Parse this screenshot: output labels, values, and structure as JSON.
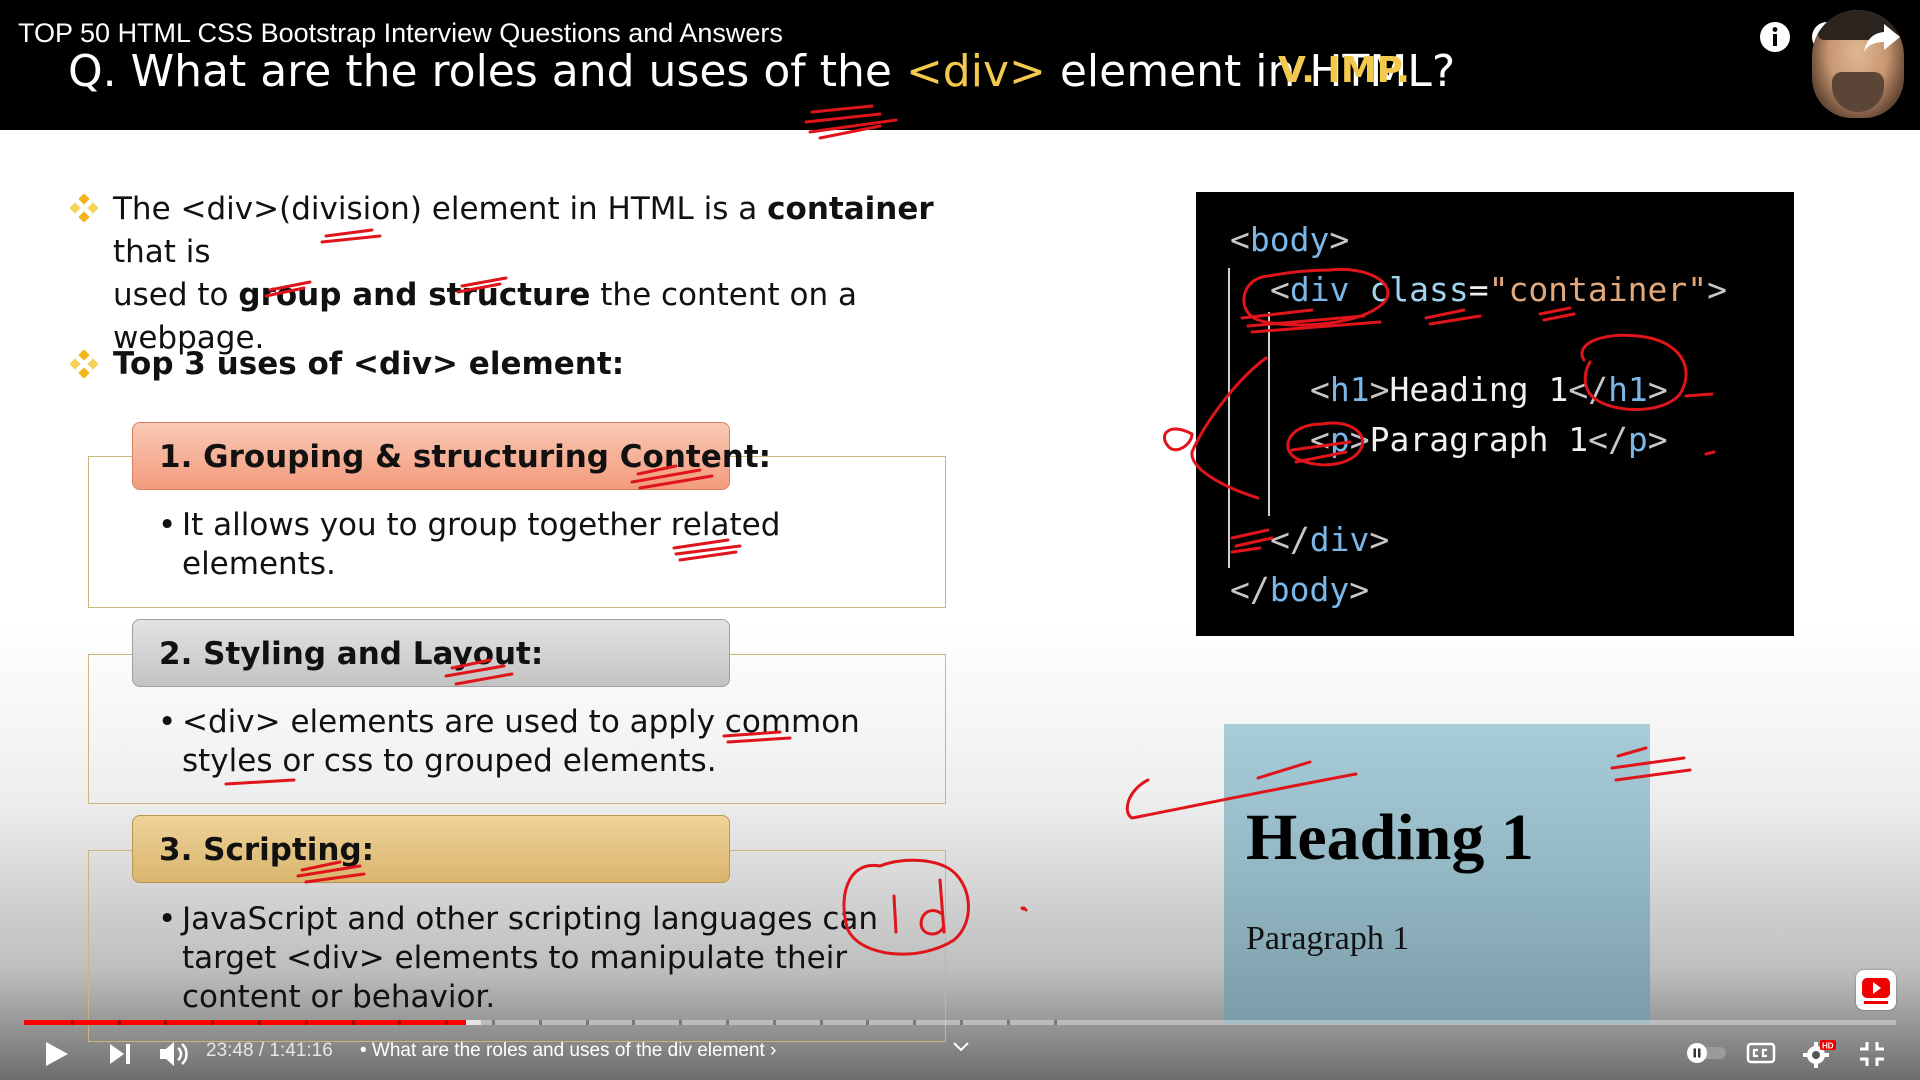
{
  "header": {
    "video_title": "TOP 50 HTML CSS Bootstrap Interview Questions and Answers",
    "question_prefix": "Q. What are the roles and uses of the ",
    "question_tag": "<div>",
    "question_suffix": " element in HTML?",
    "importance": "V. IMP."
  },
  "intro": {
    "line1_a": "The <div>(division) element in HTML is a ",
    "line1_bold": "container",
    "line1_b": " that is",
    "line2_a": "used to ",
    "line2_bold": "group and structure",
    "line2_b": " the content on a webpage."
  },
  "uses_heading": "Top 3 uses of <div> element:",
  "cards": [
    {
      "title": "1. Grouping & structuring Content:",
      "bullet": "•",
      "lines": [
        "It allows you to group together related",
        "elements."
      ]
    },
    {
      "title": "2. Styling and Layout:",
      "bullet": "•",
      "lines": [
        "<div> elements are used to apply common",
        "styles or css to grouped elements."
      ]
    },
    {
      "title": "3. Scripting:",
      "bullet": "•",
      "lines": [
        "JavaScript and other scripting languages can",
        "target <div> elements to manipulate their",
        "content or behavior."
      ]
    }
  ],
  "code": {
    "body_open": "body",
    "div_tag": "div",
    "class_attr": "class",
    "class_value": "\"container\"",
    "h1_tag": "h1",
    "h1_text": "Heading 1",
    "p_tag": "p",
    "p_text": "Paragraph 1",
    "lt": "<",
    "gt": ">",
    "close_lt": "</",
    "eq": "="
  },
  "preview": {
    "heading": "Heading 1",
    "paragraph": "Paragraph 1"
  },
  "annotations": {
    "handwritten_id": "id"
  },
  "player": {
    "current_time": "23:48",
    "separator": " / ",
    "duration": "1:41:16",
    "chapter": "• What are the roles and uses of the div element ›",
    "progress": 0.236,
    "buffered": 0.244
  },
  "icons": {
    "info": "info-icon",
    "watch_later": "clock-icon",
    "share": "share-arrow-icon",
    "play": "play-icon",
    "next": "skip-next-icon",
    "volume": "volume-icon",
    "autoplay": "autoplay-toggle-icon",
    "captions": "captions-icon",
    "settings": "gear-icon",
    "exit_fullscreen": "exit-fullscreen-icon",
    "subscribe": "subscribe-logo-icon",
    "expand": "chevron-down-icon"
  },
  "colors": {
    "accent_yellow": "#f2c94c",
    "progress_red": "#ff0000",
    "ink_red": "#e0141b"
  }
}
